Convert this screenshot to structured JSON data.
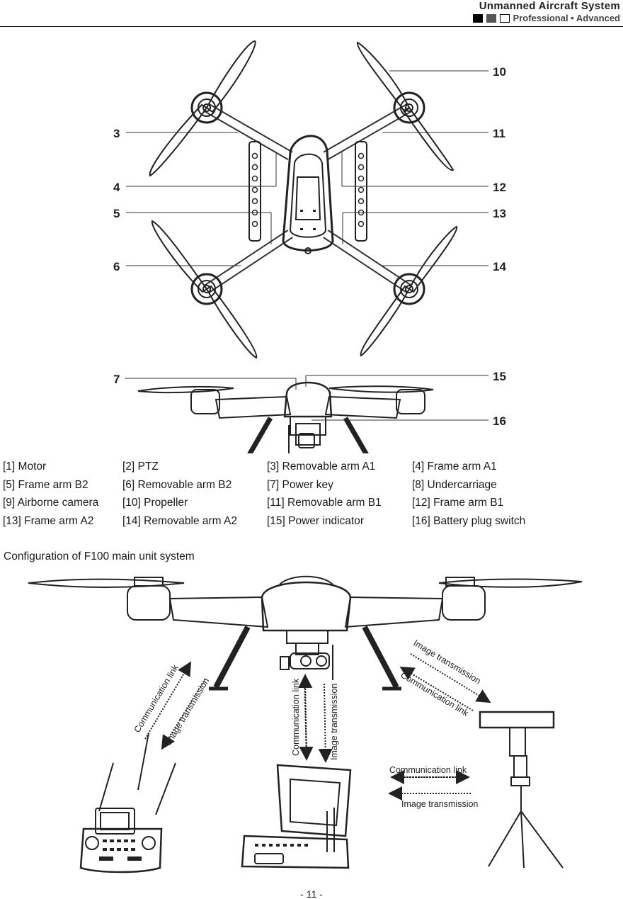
{
  "header": {
    "title": "Unmanned Aircraft System",
    "subtitle": "Professional • Advanced"
  },
  "diagram_top": {
    "callouts": [
      "10",
      "3",
      "11",
      "4",
      "12",
      "5",
      "13",
      "6",
      "14"
    ]
  },
  "diagram_side": {
    "callouts": [
      "7",
      "15",
      "16"
    ]
  },
  "legend": [
    [
      "[1] Motor",
      "[2] PTZ",
      "[3] Removable arm A1",
      "[4] Frame arm A1"
    ],
    [
      "[5] Frame arm B2",
      "[6] Removable arm B2",
      "[7] Power key",
      "[8] Undercarriage"
    ],
    [
      "[9] Airborne camera",
      "[10] Propeller",
      "[11] Removable arm B1",
      "[12] Frame arm B1"
    ],
    [
      "[13] Frame arm A2",
      "[14] Removable arm A2",
      "[15] Power indicator",
      "[16] Battery plug switch"
    ]
  ],
  "caption": "Configuration of F100 main unit system",
  "system_diagram": {
    "link_left_comm": "Communication link",
    "link_left_image": "Image transmission",
    "link_center_comm": "Communication link",
    "link_center_image": "Image transmission",
    "link_right_image": "Image transmission",
    "link_right_comm": "Communication link",
    "key_comm": "Communication link",
    "key_image": "Image transmission"
  },
  "footer": {
    "page_number": "- 11 -"
  }
}
